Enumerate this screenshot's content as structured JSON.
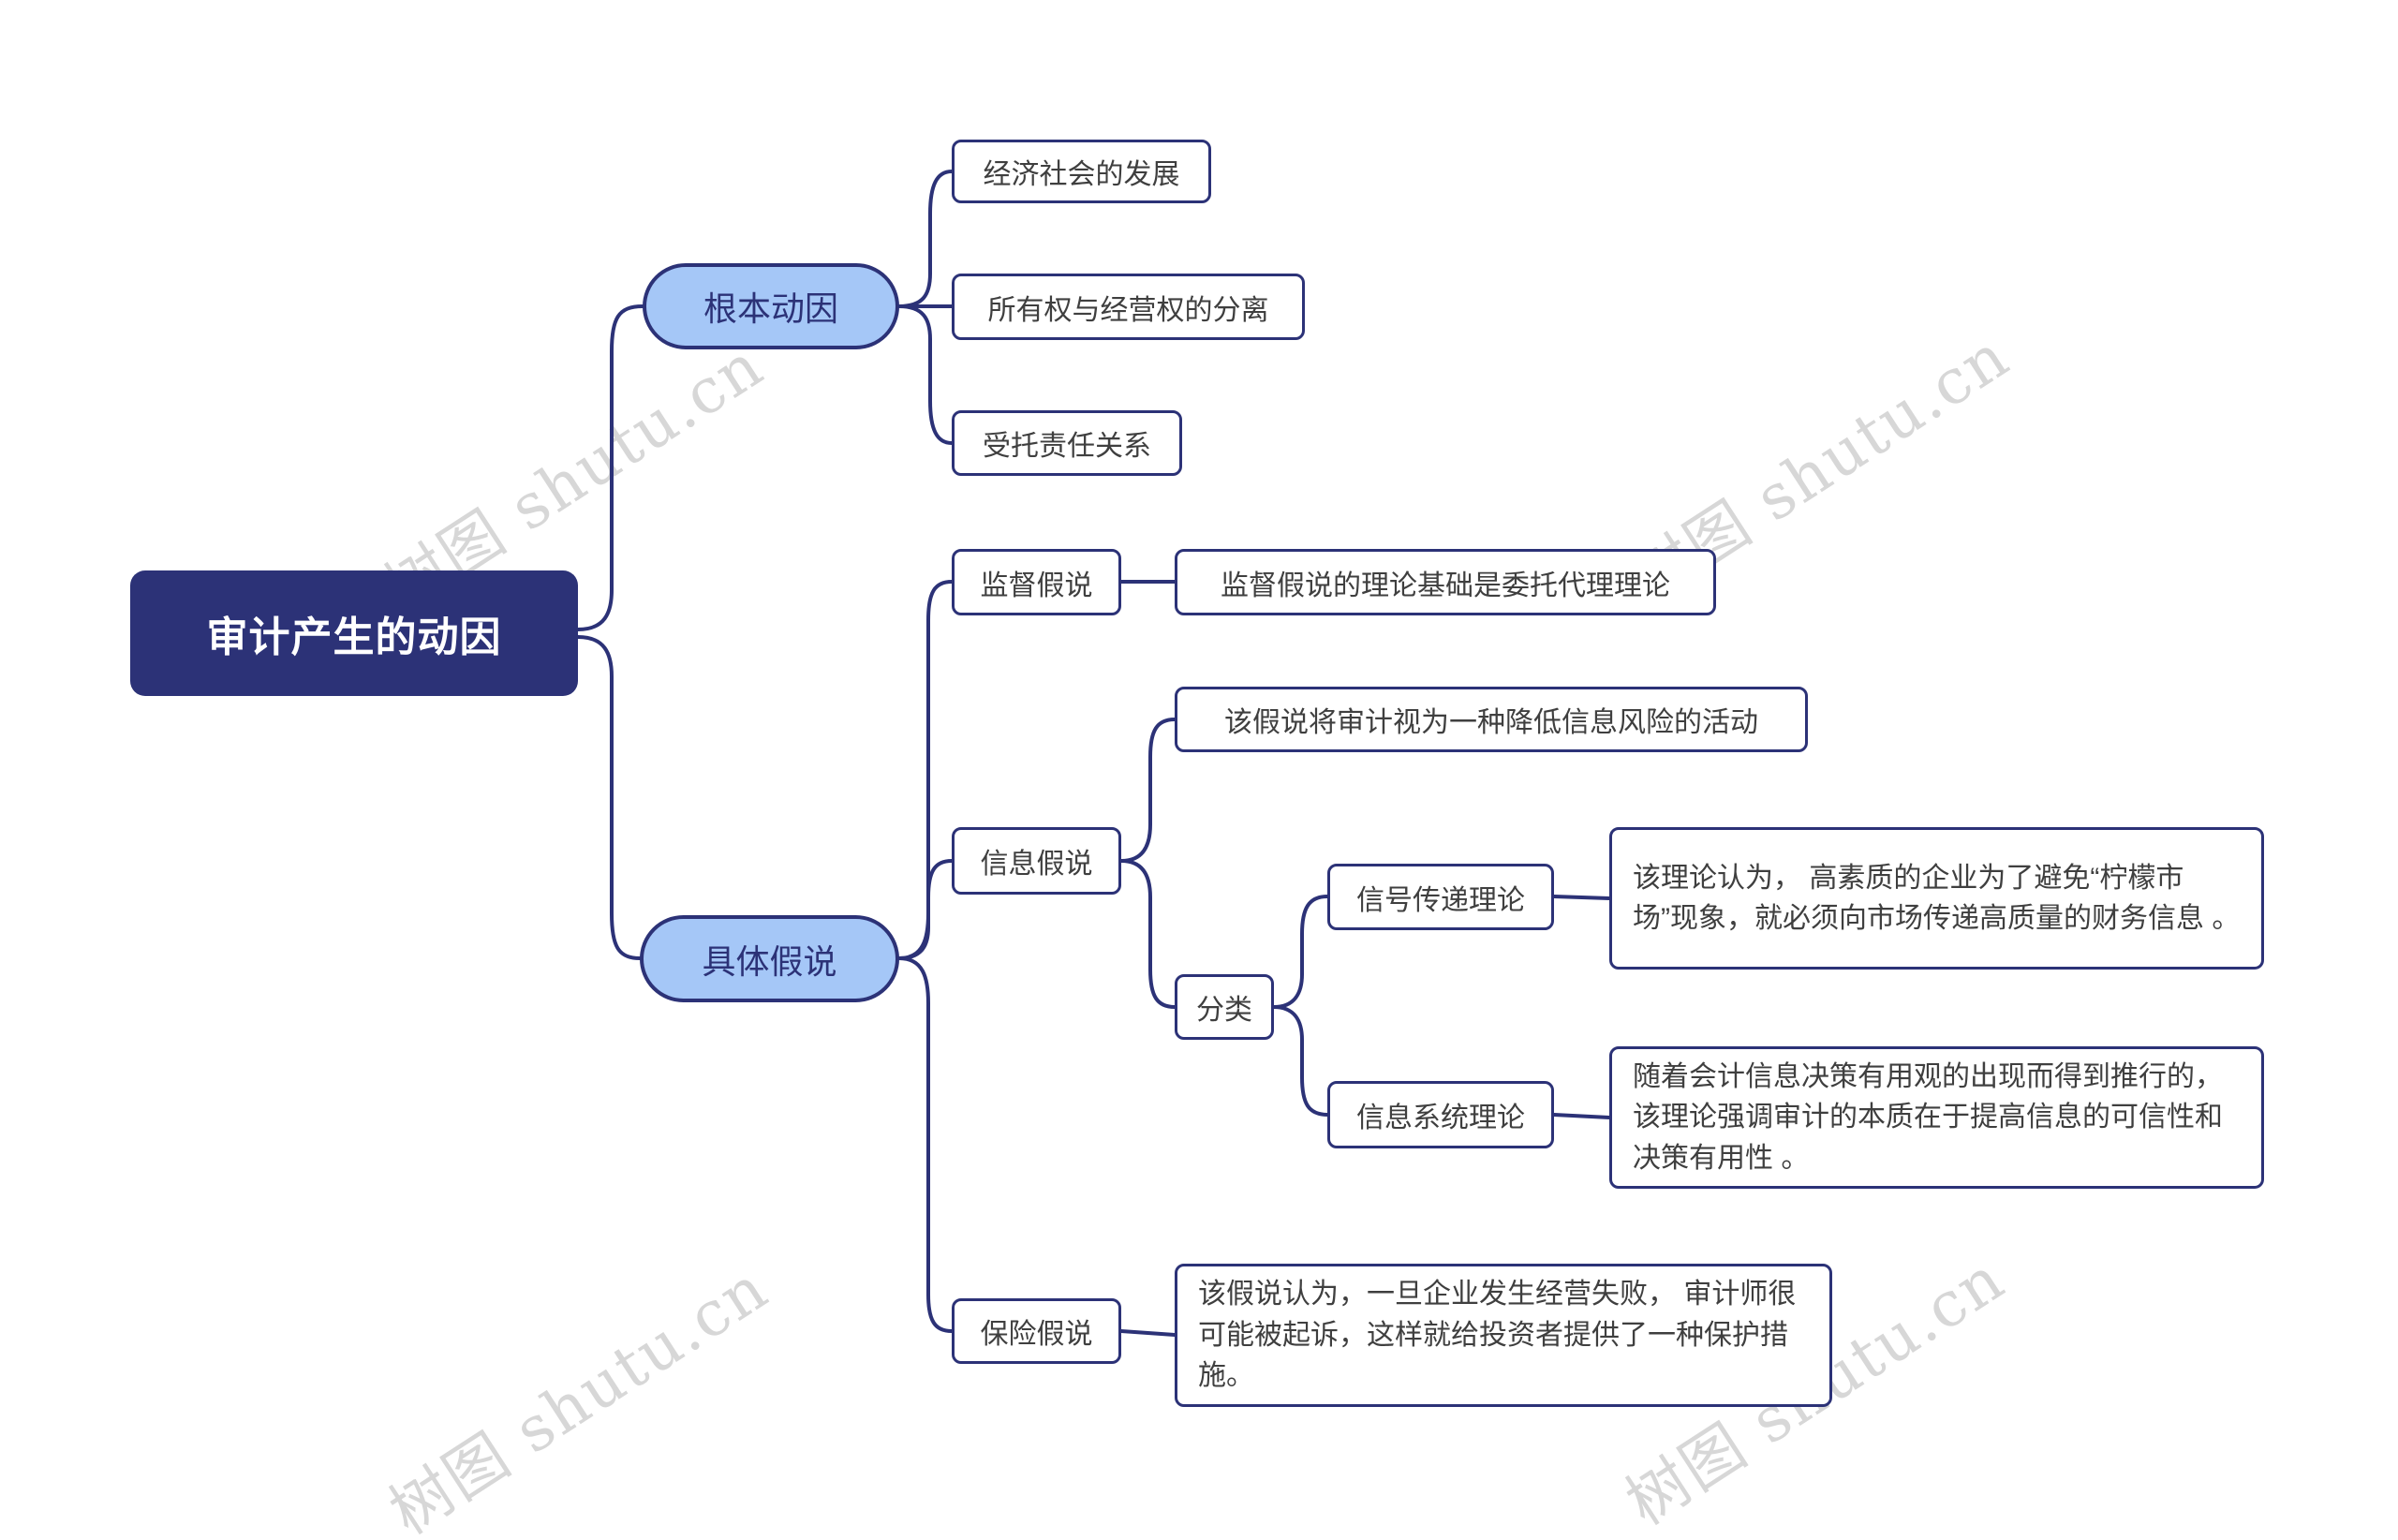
{
  "watermark": "树图 shutu.cn",
  "root_label": "审计产生的动因",
  "nodes": {
    "fundamental": "根本动因",
    "economic": "经济社会的发展",
    "ownership": "所有权与经营权的分离",
    "fiduciary": "受托责任关系",
    "hypotheses": "具体假说",
    "supervision": "监督假说",
    "supervision_desc": "监督假说的理论基础是委托代理理论",
    "information": "信息假说",
    "information_desc": "该假说将审计视为一种降低信息风险的活动",
    "classification": "分类",
    "signaling": "信号传递理论",
    "signaling_desc": "该理论认为， 高素质的企业为了避免“柠檬市场”现象，就必须向市场传递高质量的财务信息 。",
    "infosystem": "信息系统理论",
    "infosystem_desc": "随着会计信息决策有用观的出现而得到推行的， 该理论强调审计的本质在于提高信息的可信性和决策有用性 。",
    "insurance": "保险假说",
    "insurance_desc": "该假说认为，一旦企业发生经营失败， 审计师很可能被起诉，这样就给投资者提供了一种保护措施。"
  },
  "colors": {
    "line": "#2c3277",
    "root_fill": "#2c3277",
    "branch_fill": "#a5c7f7",
    "leaf_border": "#2c3277",
    "watermark": "#d7d7d7"
  }
}
